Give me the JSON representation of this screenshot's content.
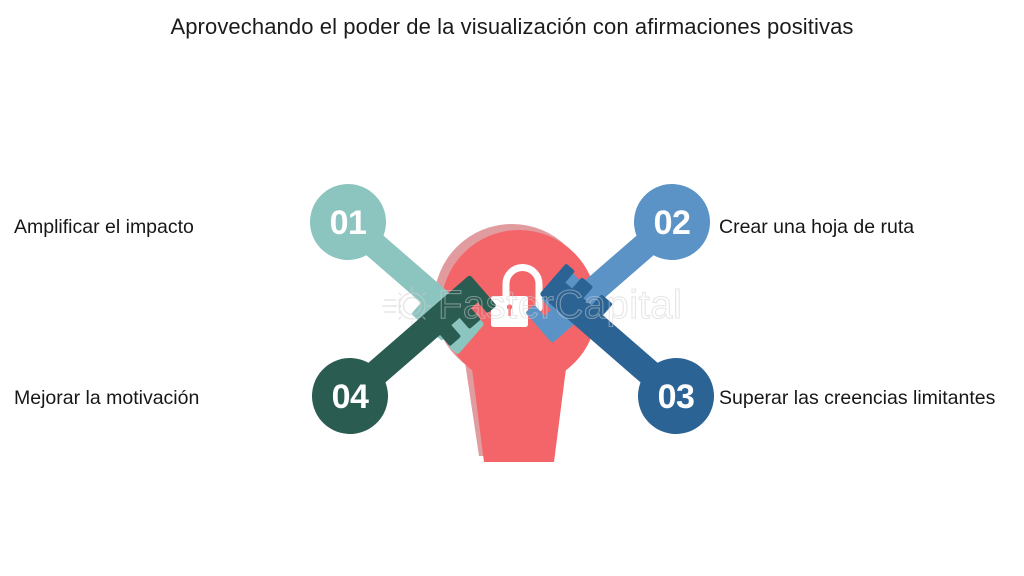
{
  "title": "Aprovechando el poder de la visualización con afirmaciones positivas",
  "watermark": {
    "text": "FasterCapital",
    "logo_icon": "gear-circuit-icon"
  },
  "center": {
    "shape": "keyhole",
    "icon": "open-padlock-icon",
    "color": "#F4656A",
    "shadow_color": "#C94A52",
    "icon_color": "#FFFFFF"
  },
  "keys": [
    {
      "number": "01",
      "label": "Amplificar el impacto",
      "color": "#8CC4BF",
      "position": "top-left",
      "icon": "key-icon"
    },
    {
      "number": "02",
      "label": "Crear una hoja de ruta",
      "color": "#5B93C7",
      "position": "top-right",
      "icon": "key-icon"
    },
    {
      "number": "03",
      "label": "Superar las creencias limitantes",
      "color": "#2B6394",
      "position": "bottom-right",
      "icon": "key-icon"
    },
    {
      "number": "04",
      "label": "Mejorar la motivación",
      "color": "#2B5C52",
      "position": "bottom-left",
      "icon": "key-icon"
    }
  ],
  "chart_data": {
    "type": "diagram",
    "title": "Aprovechando el poder de la visualización con afirmaciones positivas",
    "subtype": "radial-keys-keyhole",
    "categories": [
      "01",
      "02",
      "03",
      "04"
    ],
    "labels": [
      "Amplificar el impacto",
      "Crear una hoja de ruta",
      "Superar las creencias limitantes",
      "Mejorar la motivación"
    ],
    "colors": [
      "#8CC4BF",
      "#5B93C7",
      "#2B6394",
      "#2B5C52"
    ],
    "center_label": "",
    "legend": "none",
    "grid": false
  }
}
